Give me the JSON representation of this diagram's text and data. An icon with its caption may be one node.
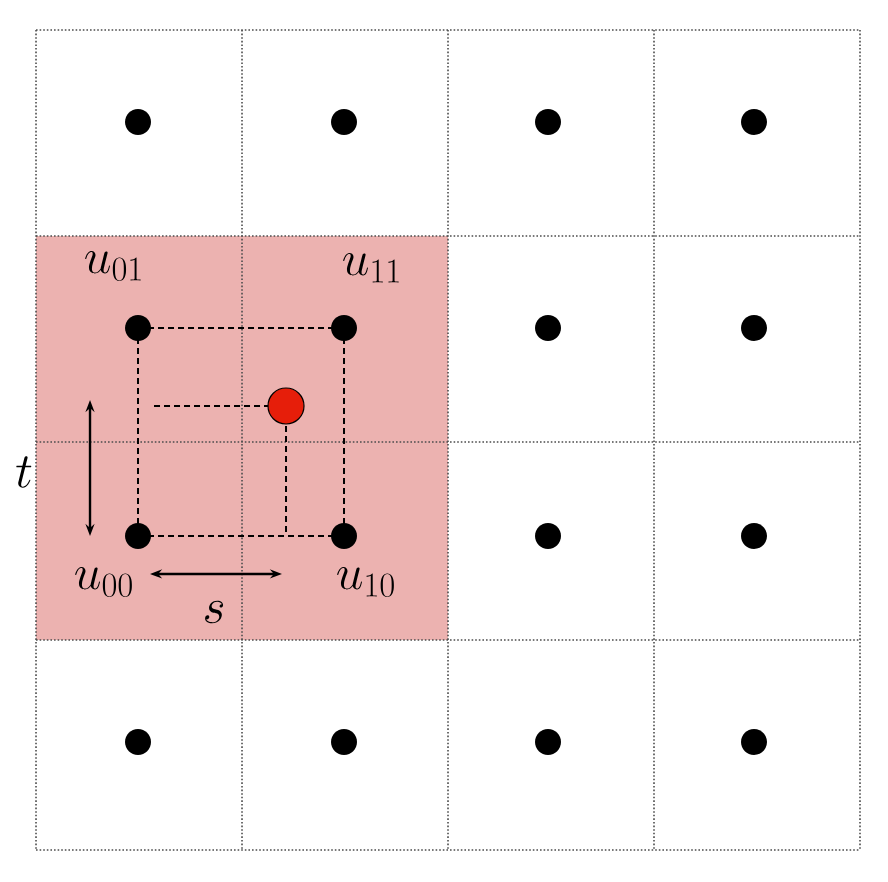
{
  "diagram": {
    "labels": [
      "u_{01}",
      "u_{11}",
      "t",
      "u_{00}",
      "u_{10}",
      "s"
    ]
  }
}
